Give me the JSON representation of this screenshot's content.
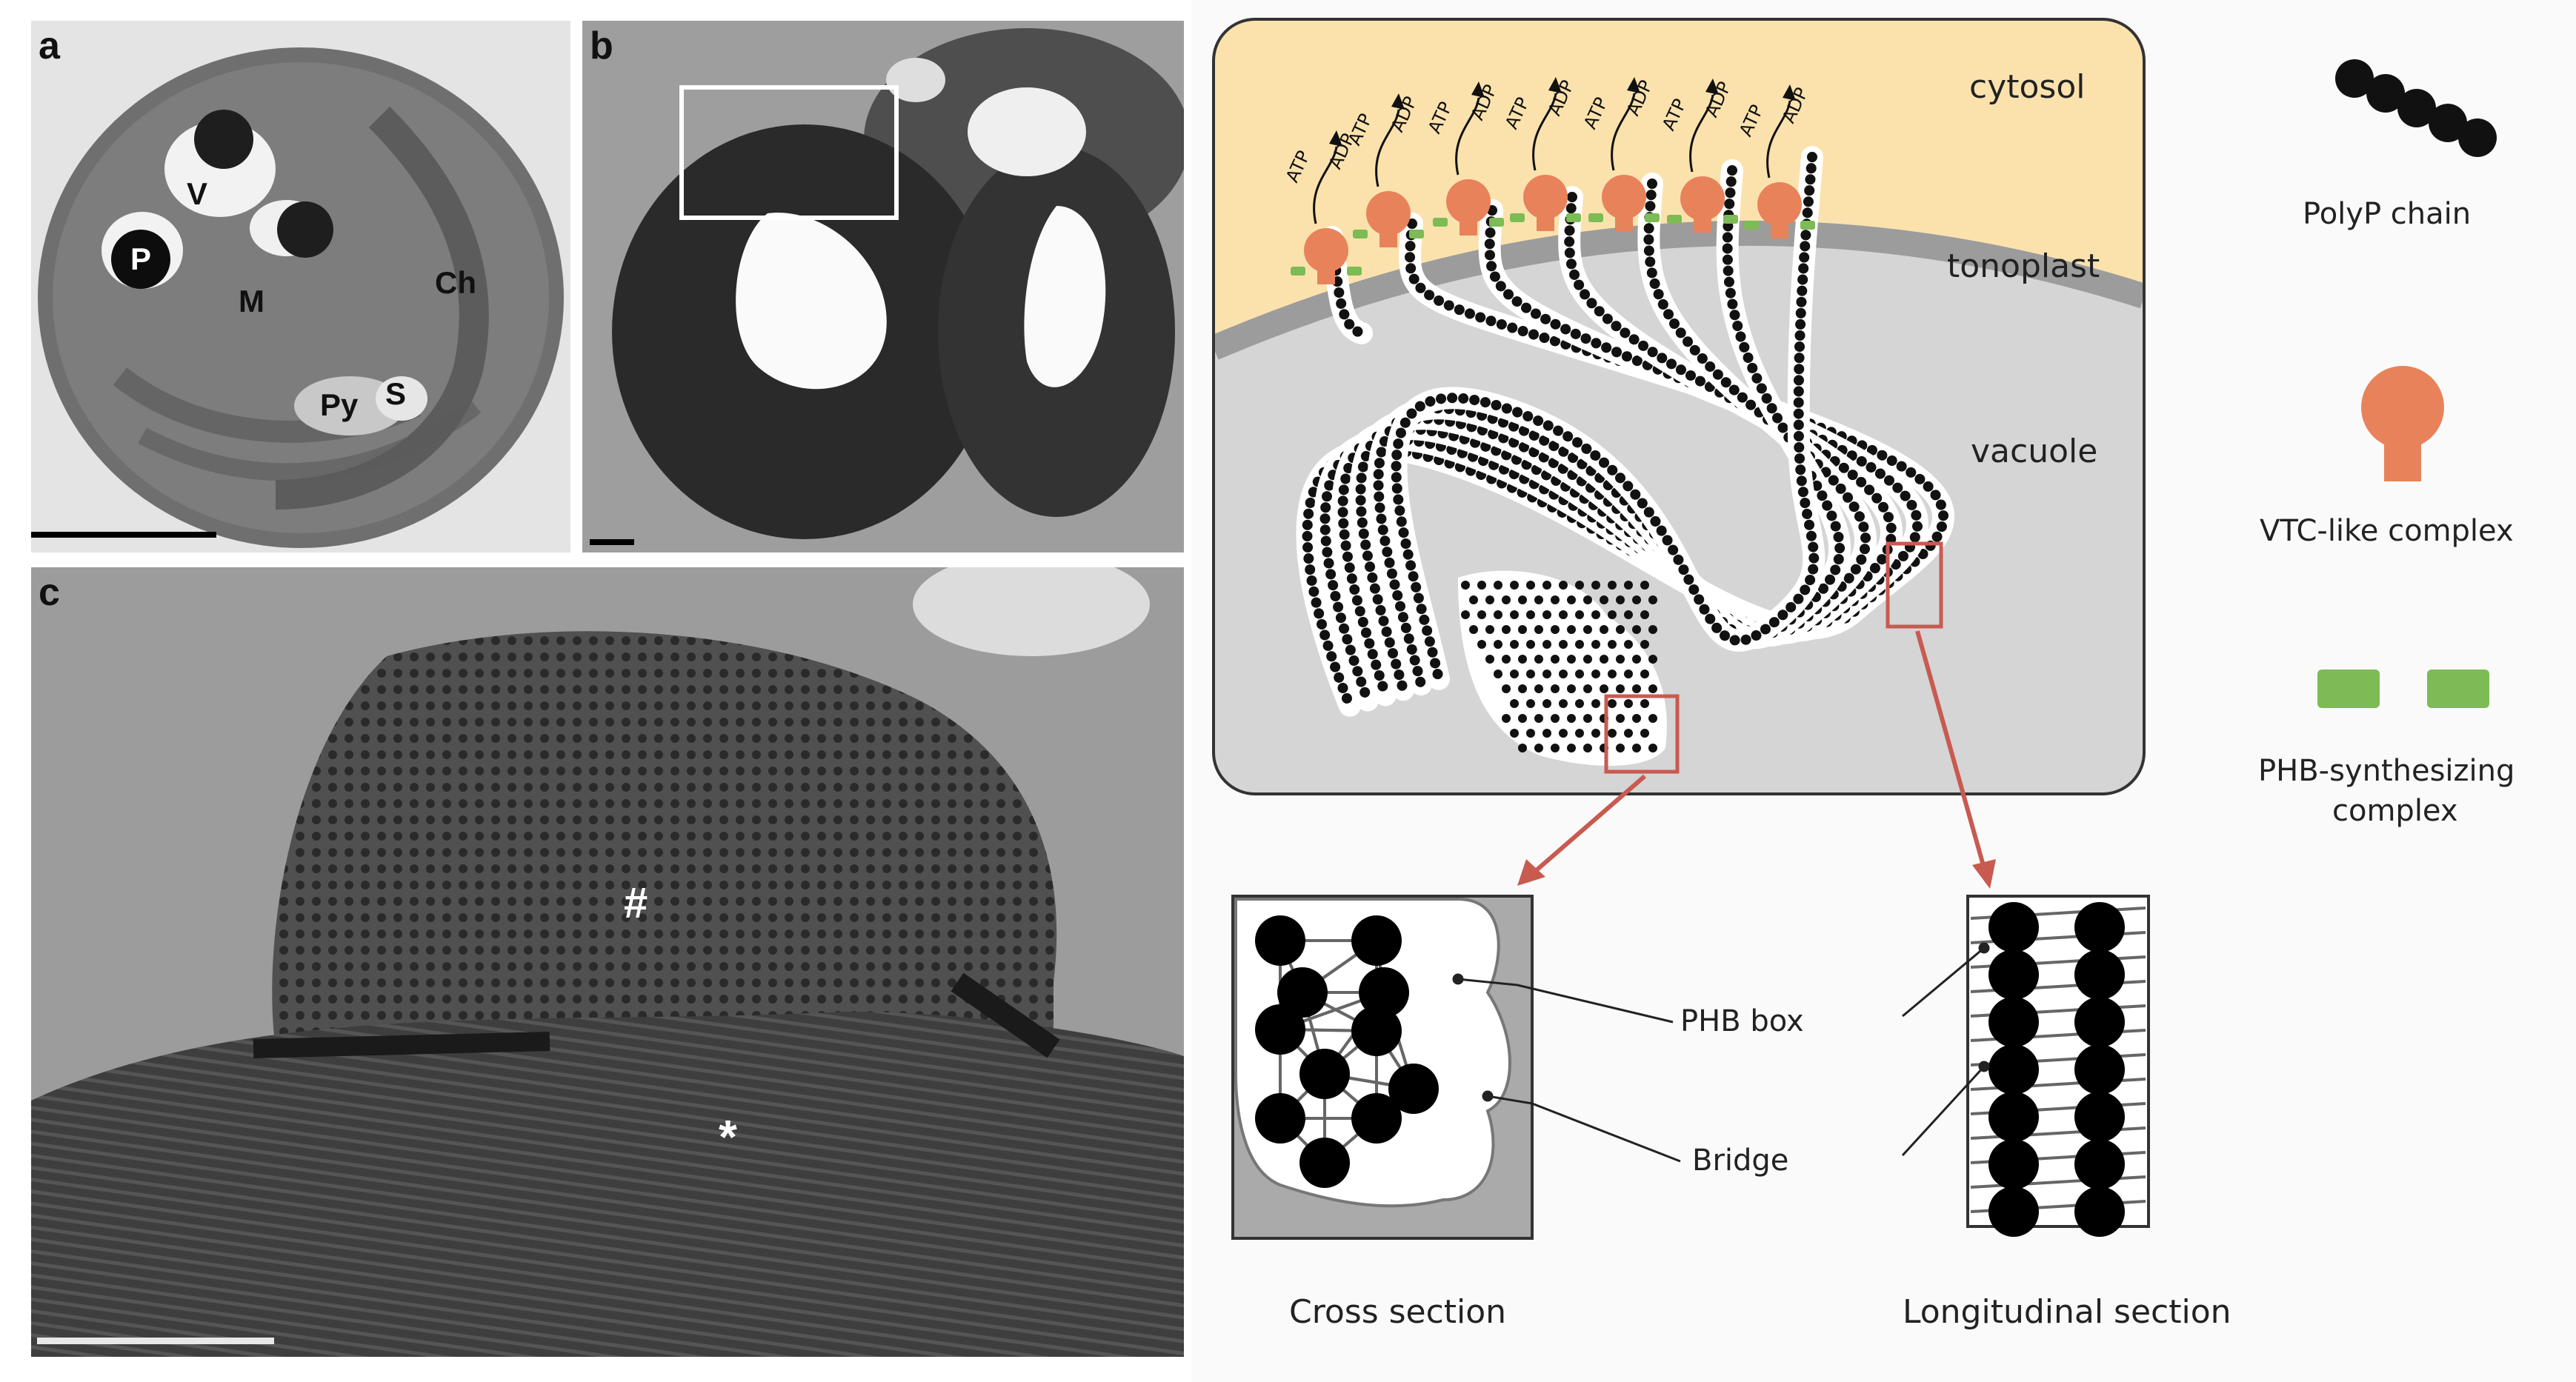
{
  "figure": {
    "panel_labels": {
      "a": "a",
      "b": "b",
      "c": "c"
    },
    "panel_a_labels": {
      "V": "V",
      "P": "P",
      "M": "M",
      "Ch": "Ch",
      "Py": "Py",
      "S": "S"
    },
    "panel_c_labels": {
      "hash": "#",
      "star": "*"
    },
    "diagram": {
      "regions": {
        "cytosol": "cytosol",
        "tonoplast": "tonoplast",
        "vacuole": "vacuole"
      },
      "atp": "ATP",
      "adp": "ADP",
      "legend": {
        "polyp": "PolyP chain",
        "vtc": "VTC-like complex",
        "phb_line1": "PHB-synthesizing",
        "phb_line2": "complex"
      },
      "callouts": {
        "phb_box": "PHB box",
        "bridge": "Bridge"
      },
      "sections": {
        "cross": "Cross section",
        "longitudinal": "Longitudinal section"
      },
      "colors": {
        "cytosol": "#fbe2ad",
        "vacuole": "#d5d5d5",
        "tonoplast": "#9c9c9c",
        "vtc": "#e8825a",
        "phb": "#7dbb55",
        "callout_box": "#c85a50"
      }
    }
  }
}
